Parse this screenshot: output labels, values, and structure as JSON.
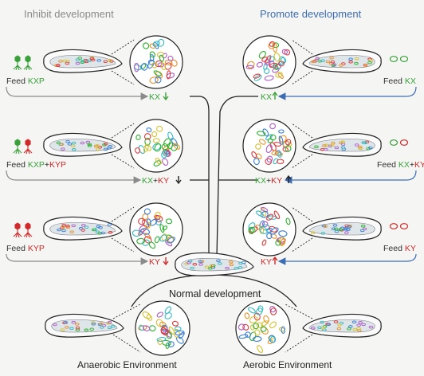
{
  "titles": {
    "inhibit": "Inhibit development",
    "promote": "Promote development"
  },
  "left_panels": [
    {
      "feed_word": "Feed",
      "feed_parts": [
        {
          "text": "KXP",
          "color": "#3aa13a"
        }
      ],
      "result_parts": [
        {
          "text": "KX",
          "color": "#3aa13a"
        }
      ],
      "arrow": "down",
      "arrow_color": "#3aa13a"
    },
    {
      "feed_word": "Feed",
      "feed_parts": [
        {
          "text": "KXP",
          "color": "#3aa13a"
        },
        {
          "text": "+",
          "color": "#222222"
        },
        {
          "text": "KYP",
          "color": "#d12a2a"
        }
      ],
      "result_parts": [
        {
          "text": "KX",
          "color": "#3aa13a"
        },
        {
          "text": "+",
          "color": "#222222"
        },
        {
          "text": "KY",
          "color": "#d12a2a"
        }
      ],
      "arrow": "down",
      "arrow_color": "#222222"
    },
    {
      "feed_word": "Feed",
      "feed_parts": [
        {
          "text": "KYP",
          "color": "#d12a2a"
        }
      ],
      "result_parts": [
        {
          "text": "KY",
          "color": "#d12a2a"
        }
      ],
      "arrow": "down",
      "arrow_color": "#d12a2a"
    }
  ],
  "right_panels": [
    {
      "feed_word": "Feed",
      "feed_parts": [
        {
          "text": "KX",
          "color": "#3aa13a"
        }
      ],
      "result_parts": [
        {
          "text": "KX",
          "color": "#3aa13a"
        }
      ],
      "arrow": "up",
      "arrow_color": "#3aa13a"
    },
    {
      "feed_word": "Feed",
      "feed_parts": [
        {
          "text": "KX",
          "color": "#3aa13a"
        },
        {
          "text": "+",
          "color": "#222222"
        },
        {
          "text": "KY",
          "color": "#d12a2a"
        }
      ],
      "result_parts": [
        {
          "text": "KX",
          "color": "#3aa13a"
        },
        {
          "text": "+",
          "color": "#222222"
        },
        {
          "text": "KY",
          "color": "#d12a2a"
        }
      ],
      "arrow": "up",
      "arrow_color": "#222222"
    },
    {
      "feed_word": "Feed",
      "feed_parts": [
        {
          "text": "KY",
          "color": "#d12a2a"
        }
      ],
      "result_parts": [
        {
          "text": "KY",
          "color": "#d12a2a"
        }
      ],
      "arrow": "up",
      "arrow_color": "#d12a2a"
    }
  ],
  "normal_label": "Normal development",
  "environments": {
    "anaerobic": "Anaerobic Environment",
    "aerobic": "Aerobic Environment"
  },
  "colors": {
    "green": "#3aa13a",
    "red": "#d12a2a",
    "blue_arrow": "#3c6db4",
    "gray_arrow": "#8a8a8a",
    "gut_fill": "#dfe6ea",
    "microbe_palette": [
      "#2db12d",
      "#e03a3a",
      "#3a7fd6",
      "#d6c030",
      "#b05cc8",
      "#35b9c4",
      "#e8902a"
    ]
  }
}
